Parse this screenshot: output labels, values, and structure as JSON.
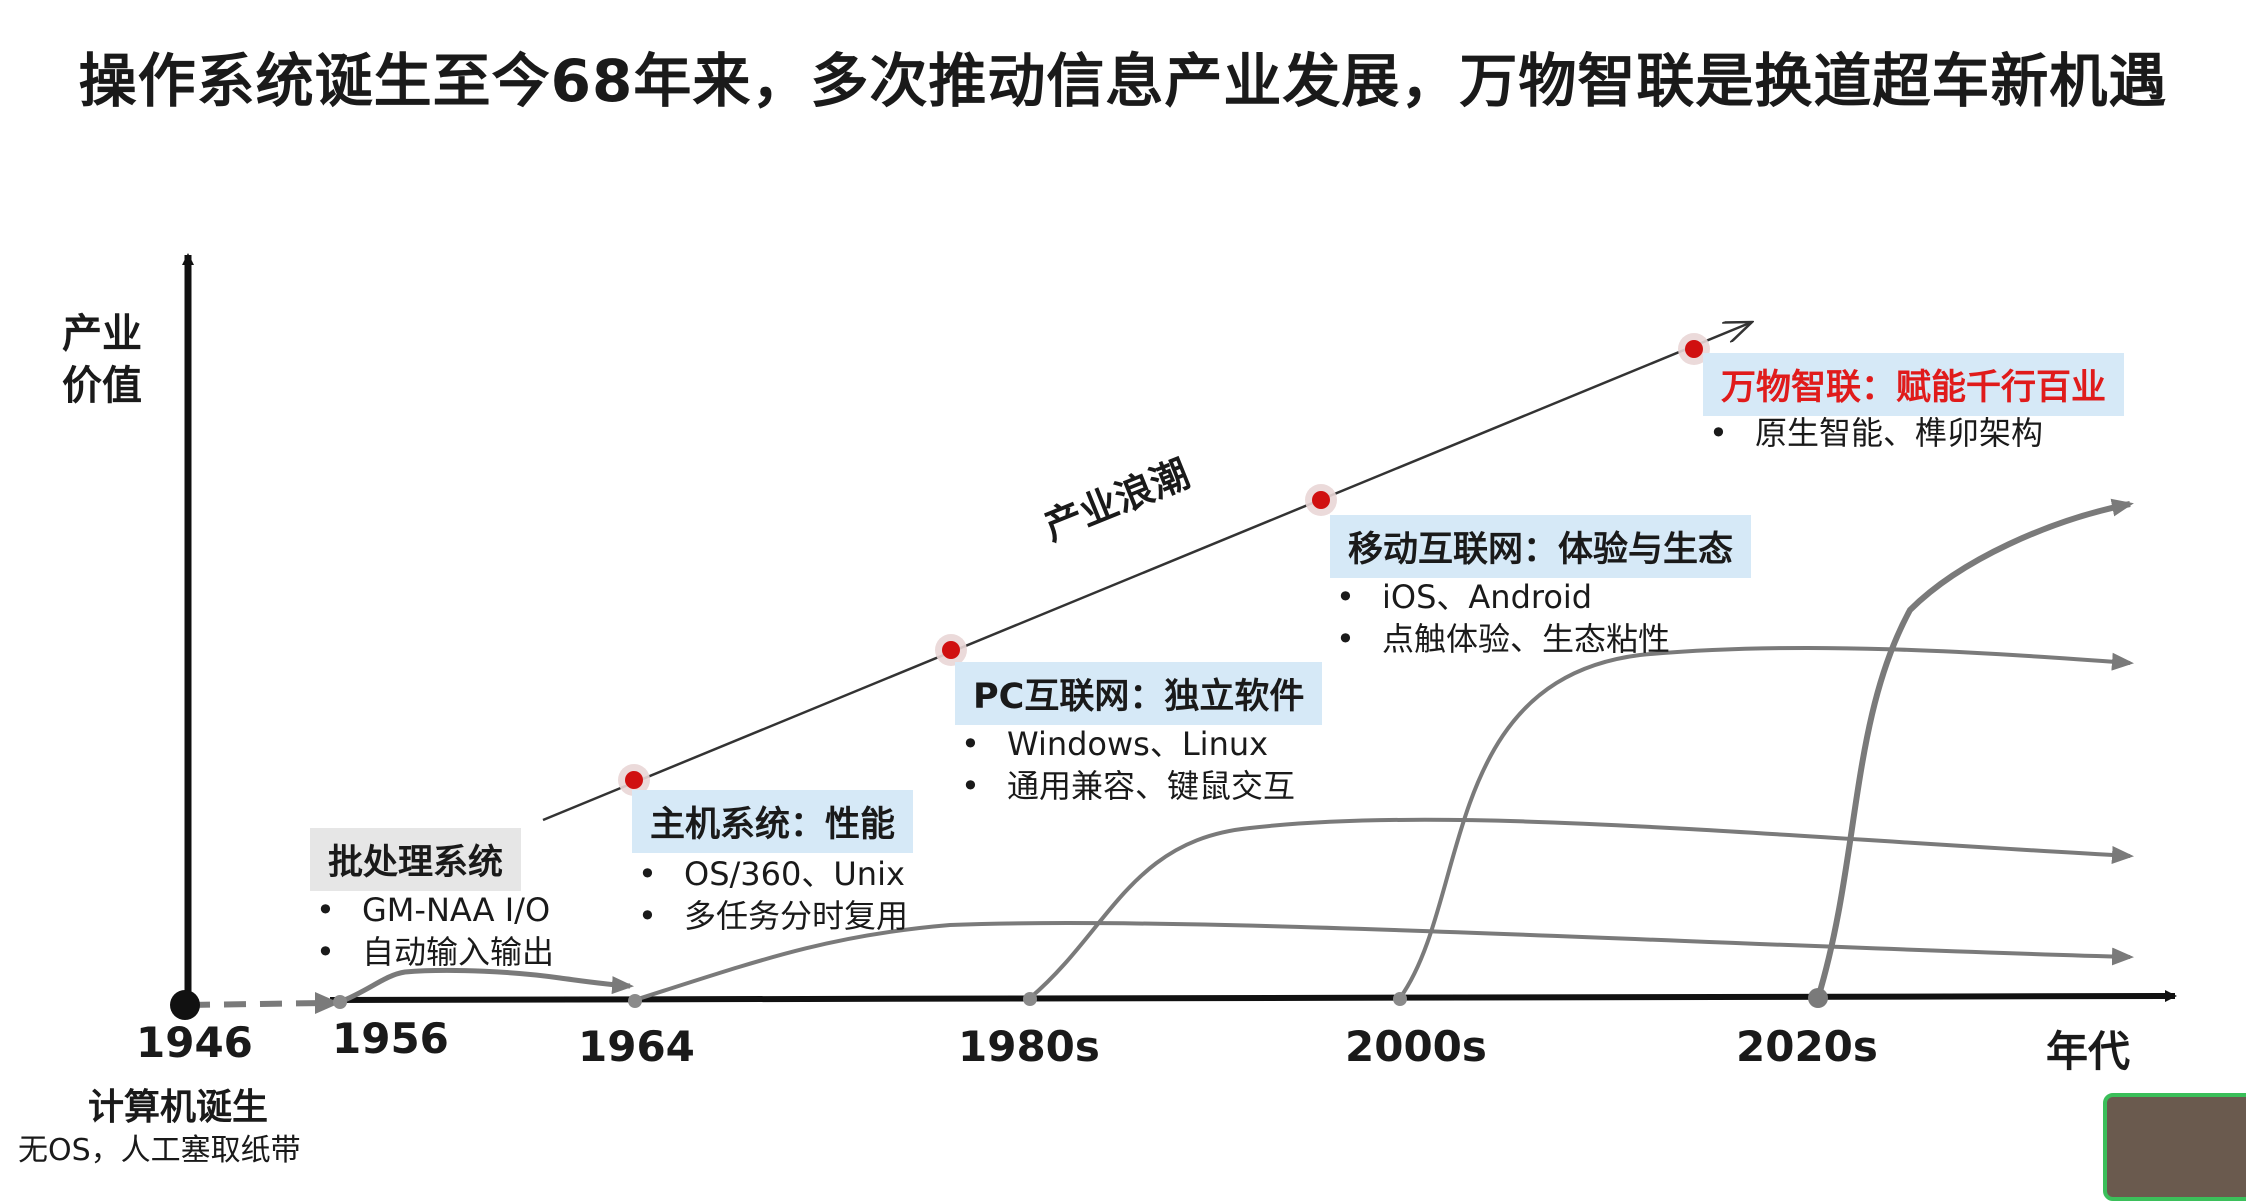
{
  "title": "操作系统诞生至今68年来，多次推动信息产业发展，万物智联是换道超车新机遇",
  "axes": {
    "y_label_line1": "产业",
    "y_label_line2": "价值",
    "x_unit": "年代",
    "ticks": [
      "1946",
      "1956",
      "1964",
      "1980s",
      "2000s",
      "2020s"
    ]
  },
  "origin": {
    "label": "计算机诞生",
    "note": "无OS，人工塞取纸带"
  },
  "wave_label": "产业浪潮",
  "eras": [
    {
      "title": "批处理系统",
      "bullets": [
        "GM-NAA I/O",
        "自动输入输出"
      ]
    },
    {
      "title": "主机系统：性能",
      "bullets": [
        "OS/360、Unix",
        "多任务分时复用"
      ]
    },
    {
      "title": "PC互联网：独立软件",
      "bullets": [
        "Windows、Linux",
        "通用兼容、键鼠交互"
      ]
    },
    {
      "title": "移动互联网：体验与生态",
      "bullets": [
        "iOS、Android",
        "点触体验、生态粘性"
      ]
    },
    {
      "title": "万物智联：赋能千行百业",
      "bullets": [
        "原生智能、榫卯架构"
      ]
    }
  ],
  "colors": {
    "highlight_red": "#e01b1b",
    "box_blue": "#d6e9f7",
    "box_gray": "#e6e6e6",
    "curve_gray": "#7a7a7a"
  }
}
